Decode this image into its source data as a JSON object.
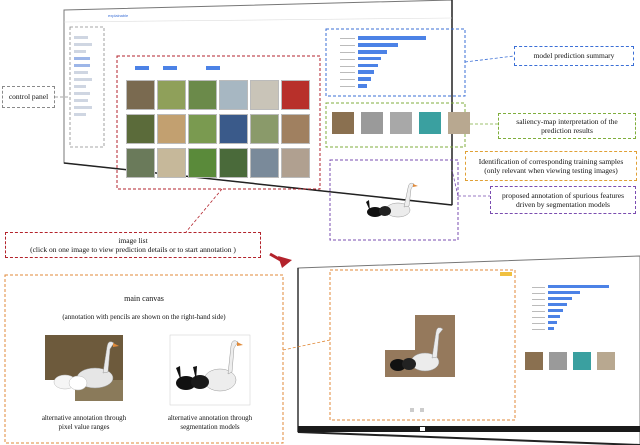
{
  "colors": {
    "control_panel": "#8a8a8a",
    "image_list": "#b3232c",
    "prediction": "#3b6fd6",
    "saliency": "#7fae3c",
    "training": "#e0a035",
    "annotation": "#7a4cb0",
    "main_canvas": "#e08a3a",
    "arrow": "#b3232c",
    "bar": "#4c82e6"
  },
  "callouts": {
    "control_panel": "control panel",
    "model_prediction": "model prediction summary",
    "saliency_line1": "saliency-map interpretation of the",
    "saliency_line2": "prediction results",
    "training_line1": "Identification of corresponding  training samples",
    "training_line2": "(only relevant when viewing testing images)",
    "annotation_line1": "proposed annotation of spurious features",
    "annotation_line2": "driven by segmentation models",
    "image_list_line1": "image list",
    "image_list_line2": "(click on one image to view prediction details or to start annotation )"
  },
  "main_canvas": {
    "title": "main canvas",
    "subtitle": "(annotation with pencils are shown on the right-hand side)",
    "left_caption_line1": "alternative annotation through",
    "left_caption_line2": "pixel value ranges",
    "right_caption_line1": "alternative annotation through",
    "right_caption_line2": "segmentation models"
  },
  "top_screen": {
    "logo": "explainable",
    "thumb_colors": [
      [
        "#7a6a50",
        "#8fa05a",
        "#6b8a4a",
        "#a7b7c2",
        "#c9c4b8",
        "#b8302a"
      ],
      [
        "#5b6b3a",
        "#c2a070",
        "#7a9a50",
        "#3a5a8a",
        "#8a9a6a",
        "#a08060"
      ],
      [
        "#6a7a5a",
        "#c6b89a",
        "#5a8a3a",
        "#4a6a3a",
        "#7a8a9a",
        "#b0a090"
      ]
    ]
  },
  "chart_top": {
    "values": [
      0.95,
      0.55,
      0.4,
      0.32,
      0.28,
      0.22,
      0.18,
      0.12
    ]
  },
  "chart_bottom": {
    "values": [
      0.95,
      0.5,
      0.38,
      0.3,
      0.24,
      0.18,
      0.14,
      0.1
    ]
  }
}
